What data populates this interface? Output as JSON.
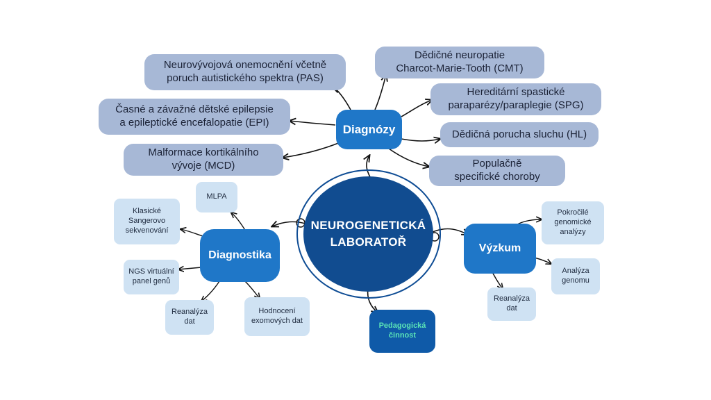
{
  "center": {
    "label": "NEUROGENETICKÁ\nLABORATOŘ"
  },
  "diagnozy": {
    "label": "Diagnózy",
    "items": [
      "Neurovývojová onemocnění včetně\nporuch autistického spektra (PAS)",
      "Časné a závažné dětské epilepsie\na epileptické encefalopatie (EPI)",
      "Malformace kortikálního\nvývoje (MCD)",
      "Dědičné neuropatie\nCharcot-Marie-Tooth (CMT)",
      "Hereditární spastické\nparaparézy/paraplegie (SPG)",
      "Dědičná porucha sluchu (HL)",
      "Populačně\nspecifické choroby"
    ]
  },
  "diagnostika": {
    "label": "Diagnostika",
    "items": [
      "MLPA",
      "Klasické\nSangerovo\nsekvenování",
      "NGS virtuální\npanel genů",
      "Reanalýza\ndat",
      "Hodnocení\nexomových dat"
    ]
  },
  "vyzkum": {
    "label": "Výzkum",
    "items": [
      "Pokročilé\ngenomické\nanalýzy",
      "Analýza\ngenomu",
      "Reanalýza\ndat"
    ]
  },
  "pedagogicka": {
    "label": "Pedagogická\nčinnost"
  },
  "colors": {
    "hub": "#114c90",
    "branch": "#1f77c8",
    "outer_leaf": "#a7b8d6",
    "inner_leaf": "#cfe2f3",
    "teaching_text": "#5be4b6",
    "connector": "#111111"
  }
}
